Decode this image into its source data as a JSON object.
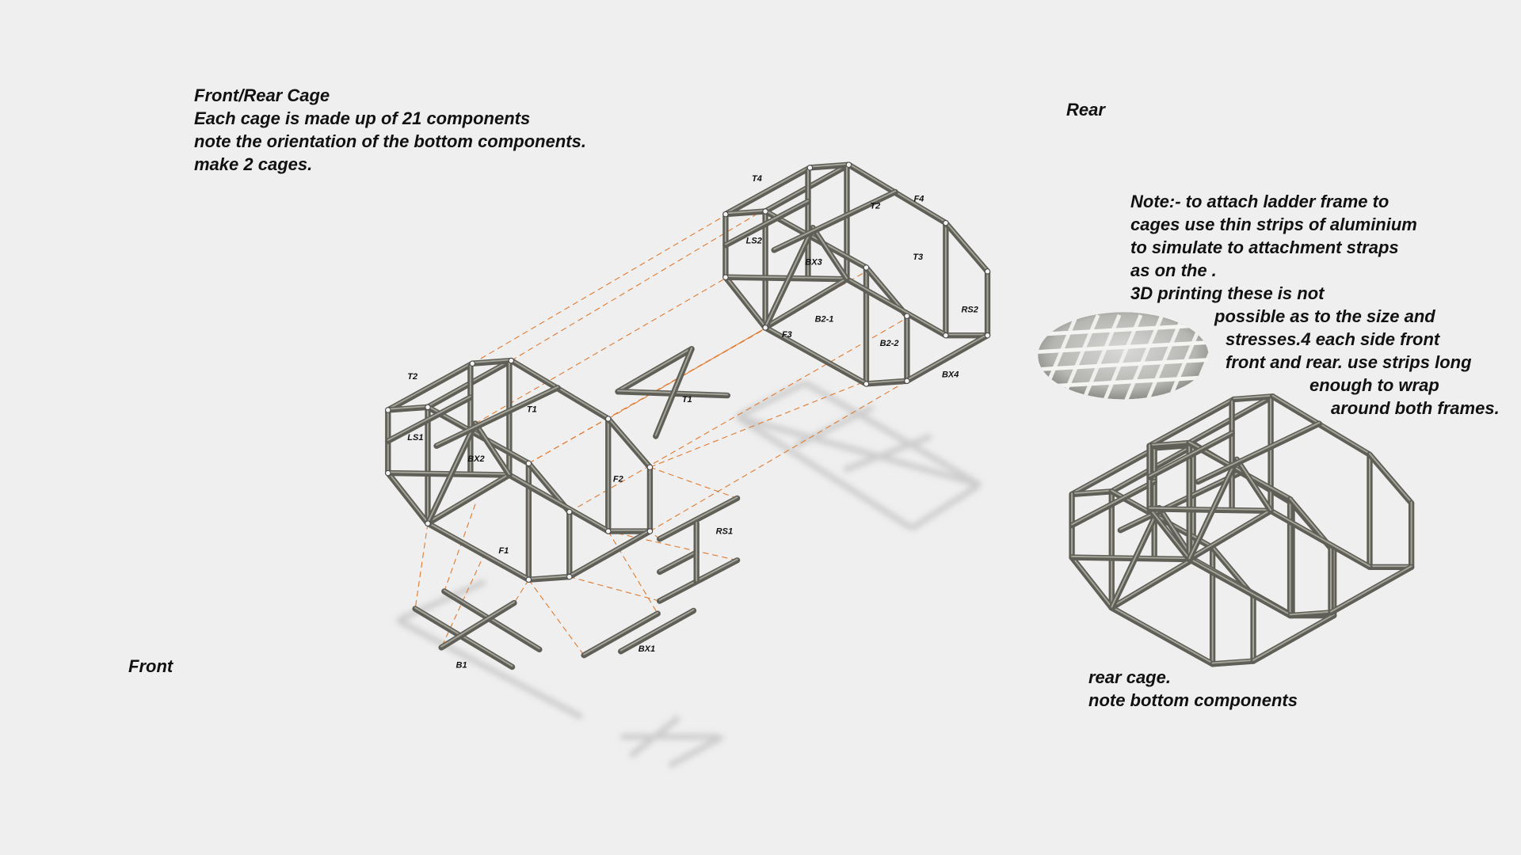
{
  "title_block": {
    "lines": [
      "Front/Rear Cage",
      "Each cage is made up of 21 components",
      "note the orientation of the bottom components.",
      "make 2 cages."
    ]
  },
  "rear_label": "Rear",
  "front_label": "Front",
  "note_block": {
    "lines": [
      "Note:-   to attach ladder frame to",
      "cages use thin strips of aluminium",
      "to simulate to attachment straps",
      "as on the .",
      "3D printing these is not",
      "possible as to the size and",
      "stresses.4 each side front",
      "front and rear. use strips long",
      "enough to wrap",
      "around both frames."
    ]
  },
  "rear_cage_note": {
    "lines": [
      "rear cage.",
      "note bottom components"
    ]
  },
  "front_cage_labels": {
    "t2": "T2",
    "ls1": "LS1",
    "bx2": "BX2",
    "t1_top": "T1",
    "f1": "F1",
    "f2": "F2",
    "t1_part": "T1",
    "rs1": "RS1",
    "b1": "B1",
    "bx1": "BX1"
  },
  "rear_cage_labels": {
    "t4": "T4",
    "t2": "T2",
    "f4": "F4",
    "ls2": "LS2",
    "bx3": "BX3",
    "t3": "T3",
    "rs2": "RS2",
    "b2_1": "B2-1",
    "f3": "F3",
    "b2_2": "B2-2",
    "bx4": "BX4"
  },
  "colors": {
    "background": "#efefef",
    "tube": "#5f5f57",
    "tube_highlight": "#a4a49a",
    "assembly_line": "#e07a30"
  }
}
